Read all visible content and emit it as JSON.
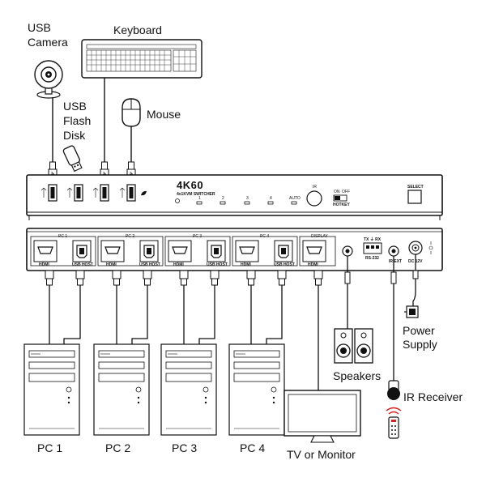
{
  "labels": {
    "usb_camera_line1": "USB",
    "usb_camera_line2": "Camera",
    "keyboard": "Keyboard",
    "usb_flash_line1": "USB",
    "usb_flash_line2": "Flash",
    "usb_flash_line3": "Disk",
    "mouse": "Mouse",
    "speakers": "Speakers",
    "power_line1": "Power",
    "power_line2": "Supply",
    "ir_receiver": "IR Receiver",
    "tv_monitor": "TV or Monitor",
    "pc1": "PC 1",
    "pc2": "PC 2",
    "pc3": "PC 3",
    "pc4": "PC 4"
  },
  "front_panel": {
    "brand": "4K60",
    "model": "4x1KVM SWITCHER",
    "led_labels": [
      "1",
      "2",
      "3",
      "4",
      "AUTO"
    ],
    "ir": "IR",
    "switch_on": "ON",
    "switch_off": "OFF",
    "switch_name": "HOTKEY",
    "select": "SELECT"
  },
  "rear_panel": {
    "group_labels": [
      "PC 1",
      "PC 2",
      "PC 3",
      "PC 4",
      "DISPLAY"
    ],
    "hdmi": "HDMI",
    "usb_host": "USB HOST",
    "rs232_label": "RS-232",
    "rs232_pins": "TX ⏚ RX",
    "ir_ext": "IR EXT",
    "dc": "DC 12V"
  },
  "colors": {
    "line": "#111111",
    "panel_fill": "#ffffff",
    "accent": "#d92020"
  }
}
